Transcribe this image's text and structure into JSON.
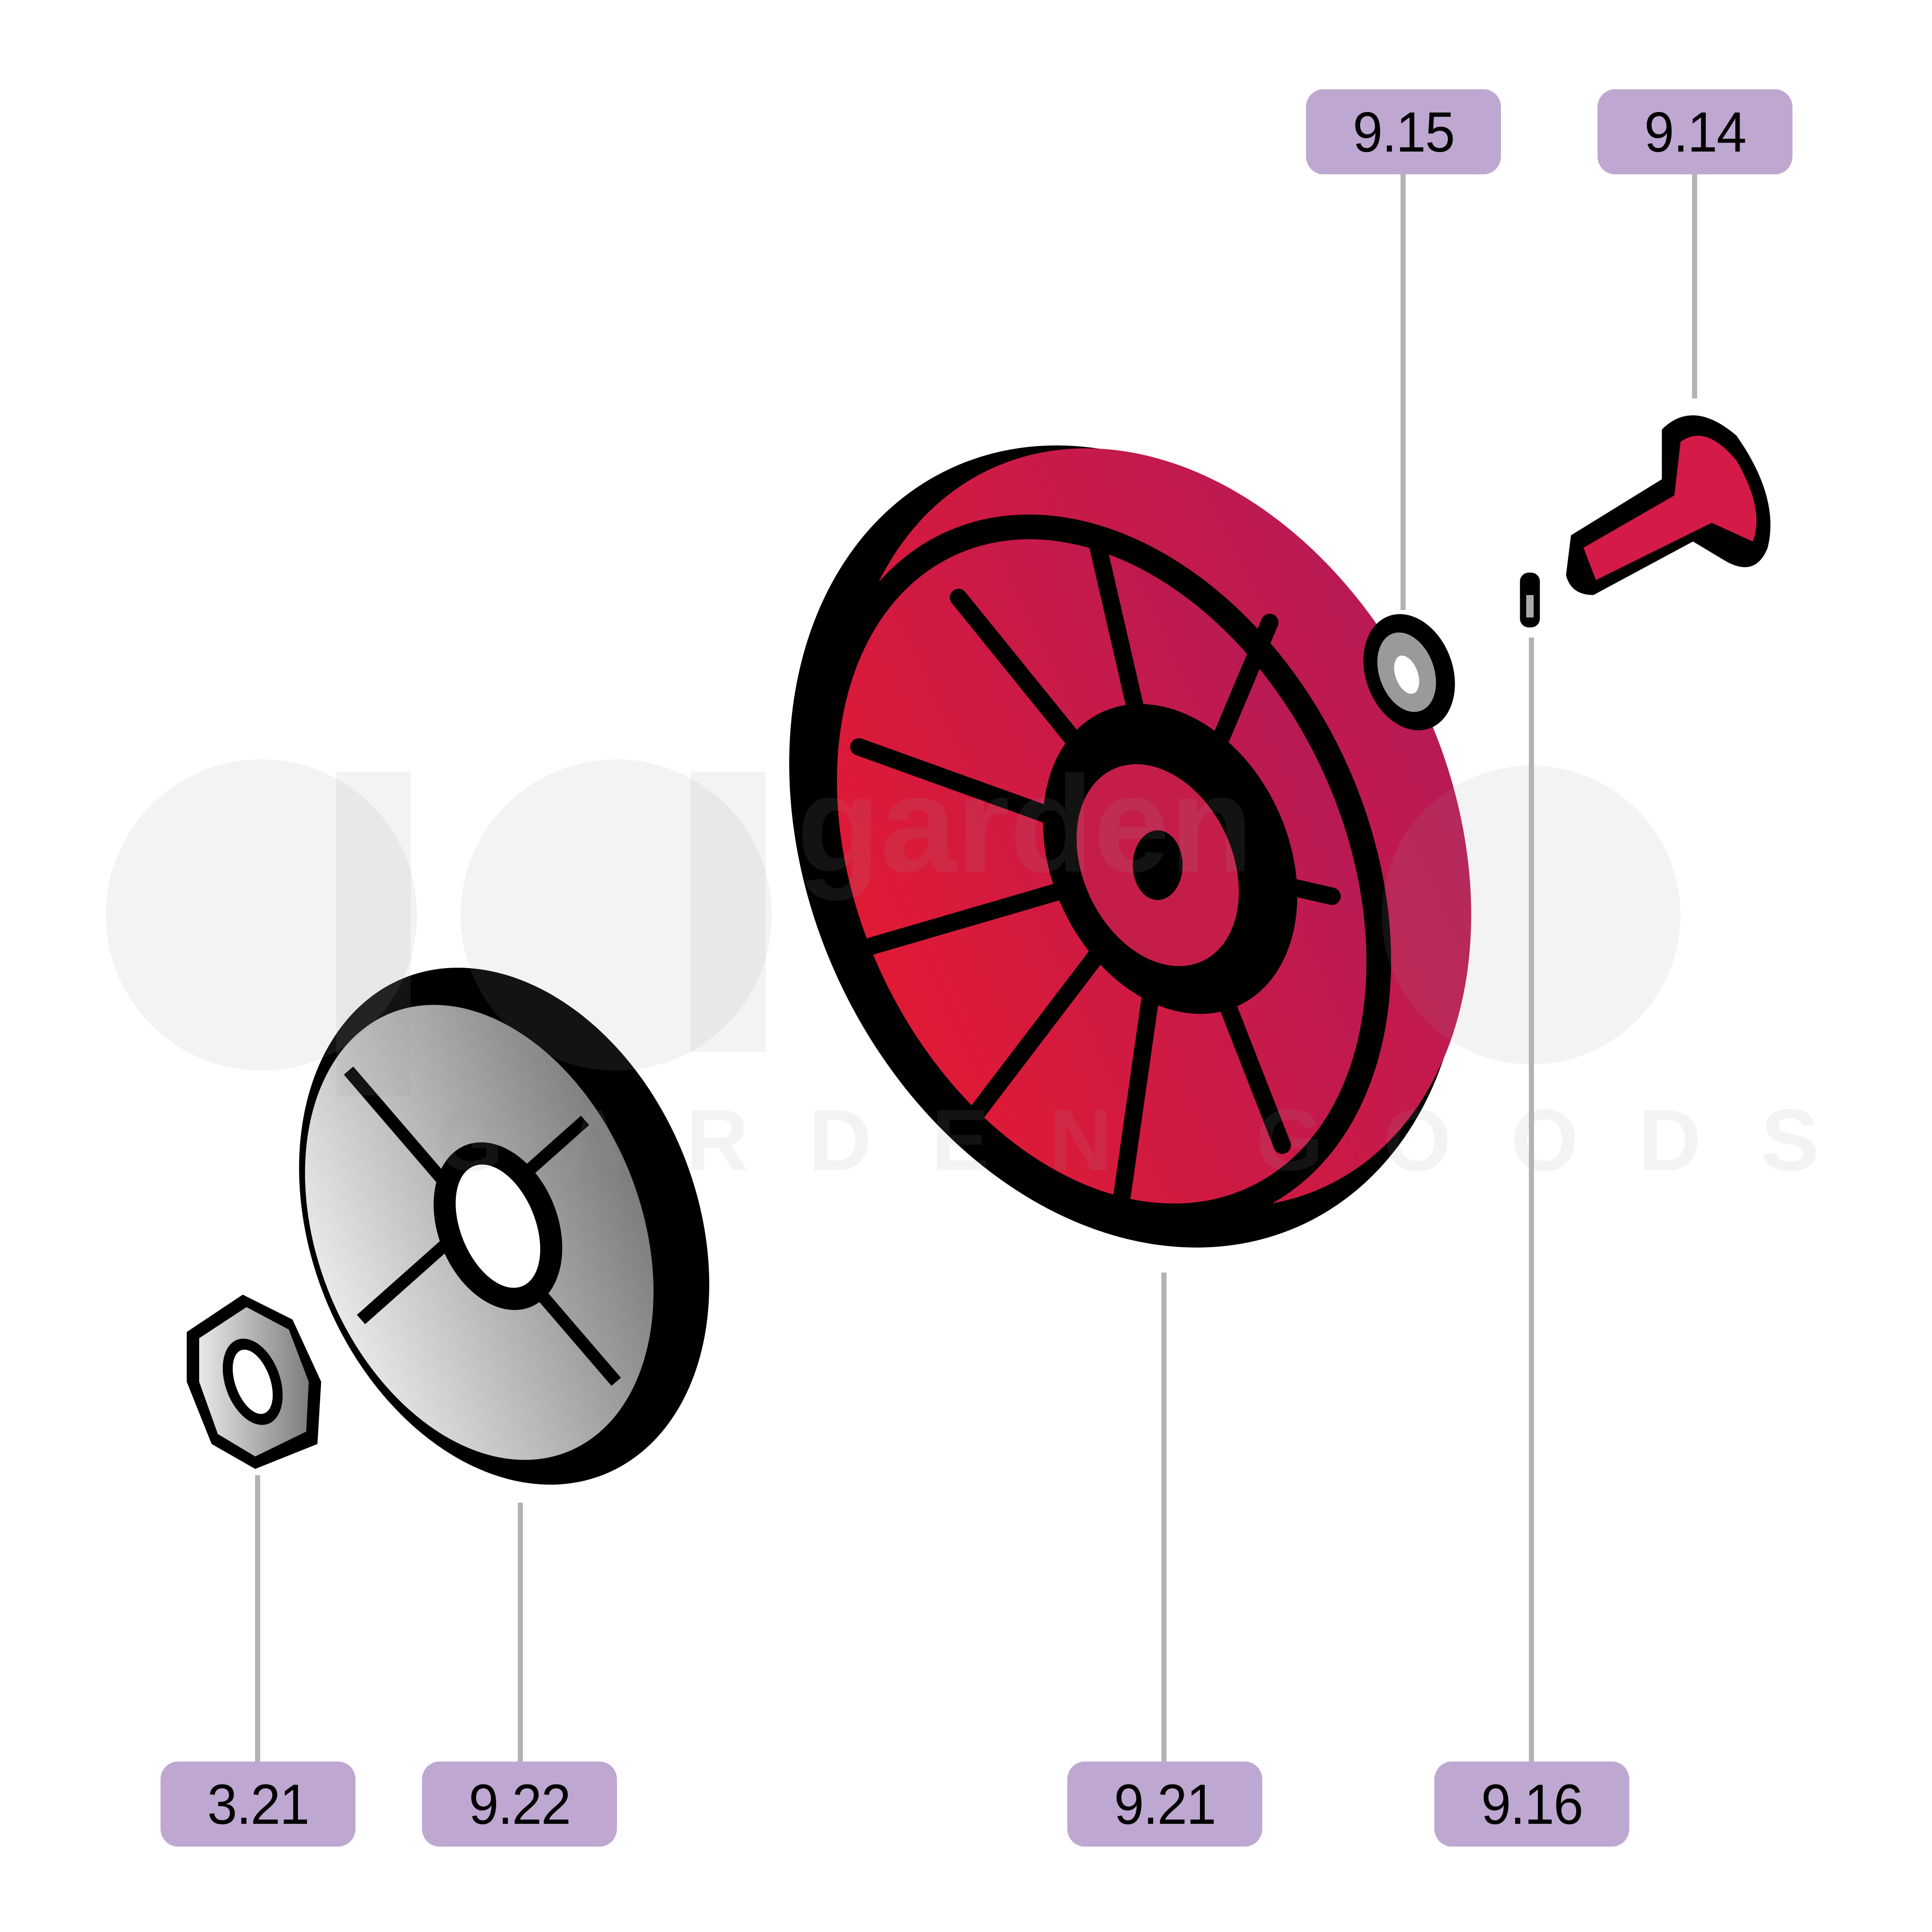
{
  "colors": {
    "callout_bg": "#bea7d0",
    "leader": "#b3b3b3",
    "wheel_red": "#d81b3c",
    "outline": "#000000",
    "watermark": "#f3f3f3"
  },
  "watermark": {
    "logo_text": "garden",
    "tagline": "GARDEN GOODS"
  },
  "parts": [
    {
      "id": "9.15",
      "label": "9.15"
    },
    {
      "id": "9.14",
      "label": "9.14"
    },
    {
      "id": "3.21",
      "label": "3.21"
    },
    {
      "id": "9.22",
      "label": "9.22"
    },
    {
      "id": "9.21",
      "label": "9.21"
    },
    {
      "id": "9.16",
      "label": "9.16"
    }
  ]
}
